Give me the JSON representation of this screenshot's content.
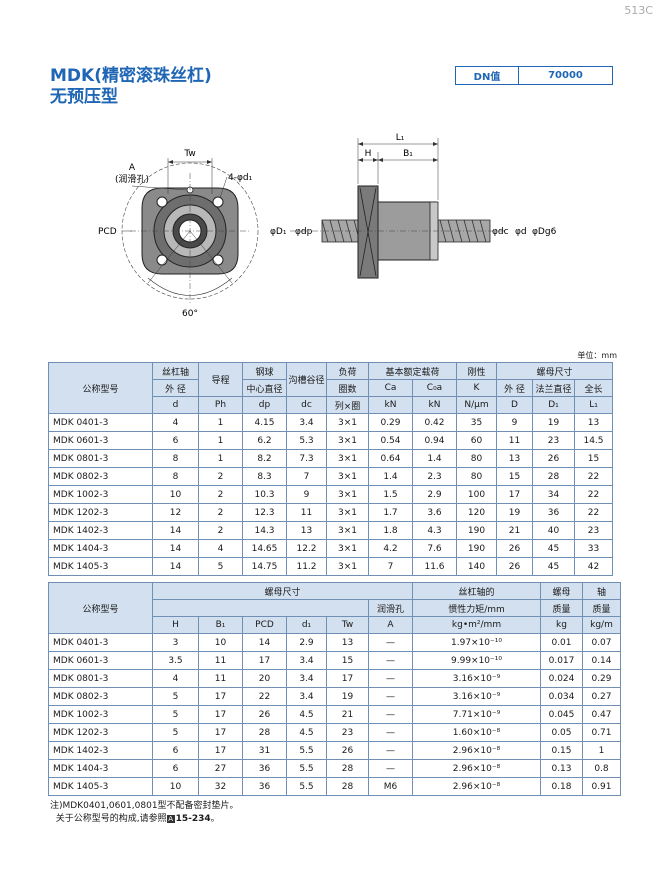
{
  "page_number": "513C",
  "title": {
    "line1": "MDK(精密滚珠丝杠)",
    "line2": "无预压型"
  },
  "dn_box": {
    "label": "DN值",
    "value": "70000"
  },
  "drawing": {
    "front": {
      "a": "A",
      "lube": "(润滑孔)",
      "tw": "Tw",
      "holes": "4-φd₁",
      "pcd": "PCD",
      "angle": "60°"
    },
    "side": {
      "l1": "L₁",
      "h": "H",
      "b1": "B₁",
      "d1": "φD₁",
      "dp": "φdp",
      "dc": "φdc",
      "d": "φd",
      "dg6": "φDg6"
    }
  },
  "unit": "单位：mm",
  "table1": {
    "header_row1": [
      "公称型号",
      "丝杠轴",
      "导程",
      "钢球",
      "沟槽谷径",
      "负荷",
      "基本额定载荷",
      "刚性",
      "螺母尺寸"
    ],
    "header_row2": [
      "外 径",
      "中心直径",
      "圈数",
      "Ca",
      "C₀a",
      "K",
      "外 径",
      "法兰直径",
      "全长"
    ],
    "header_row3": [
      "d",
      "Ph",
      "dp",
      "dc",
      "列×圈",
      "kN",
      "kN",
      "N/μm",
      "D",
      "D₁",
      "L₁"
    ],
    "rows": [
      [
        "MDK 0401-3",
        "4",
        "1",
        "4.15",
        "3.4",
        "3×1",
        "0.29",
        "0.42",
        "35",
        "9",
        "19",
        "13"
      ],
      [
        "MDK 0601-3",
        "6",
        "1",
        "6.2",
        "5.3",
        "3×1",
        "0.54",
        "0.94",
        "60",
        "11",
        "23",
        "14.5"
      ],
      [
        "MDK 0801-3",
        "8",
        "1",
        "8.2",
        "7.3",
        "3×1",
        "0.64",
        "1.4",
        "80",
        "13",
        "26",
        "15"
      ],
      [
        "MDK 0802-3",
        "8",
        "2",
        "8.3",
        "7",
        "3×1",
        "1.4",
        "2.3",
        "80",
        "15",
        "28",
        "22"
      ],
      [
        "MDK 1002-3",
        "10",
        "2",
        "10.3",
        "9",
        "3×1",
        "1.5",
        "2.9",
        "100",
        "17",
        "34",
        "22"
      ],
      [
        "MDK 1202-3",
        "12",
        "2",
        "12.3",
        "11",
        "3×1",
        "1.7",
        "3.6",
        "120",
        "19",
        "36",
        "22"
      ],
      [
        "MDK 1402-3",
        "14",
        "2",
        "14.3",
        "13",
        "3×1",
        "1.8",
        "4.3",
        "190",
        "21",
        "40",
        "23"
      ],
      [
        "MDK 1404-3",
        "14",
        "4",
        "14.65",
        "12.2",
        "3×1",
        "4.2",
        "7.6",
        "190",
        "26",
        "45",
        "33"
      ],
      [
        "MDK 1405-3",
        "14",
        "5",
        "14.75",
        "11.2",
        "3×1",
        "7",
        "11.6",
        "140",
        "26",
        "45",
        "42"
      ]
    ]
  },
  "table2": {
    "header_row1": [
      "公称型号",
      "螺母尺寸",
      "丝杠轴的",
      "螺母",
      "轴"
    ],
    "header_row2": [
      "润滑孔",
      "惯性力矩/mm",
      "质量",
      "质量"
    ],
    "header_row3": [
      "H",
      "B₁",
      "PCD",
      "d₁",
      "Tw",
      "A",
      "kg•m²/mm",
      "kg",
      "kg/m"
    ],
    "rows": [
      [
        "MDK 0401-3",
        "3",
        "10",
        "14",
        "2.9",
        "13",
        "—",
        "1.97×10⁻¹⁰",
        "0.01",
        "0.07"
      ],
      [
        "MDK 0601-3",
        "3.5",
        "11",
        "17",
        "3.4",
        "15",
        "—",
        "9.99×10⁻¹⁰",
        "0.017",
        "0.14"
      ],
      [
        "MDK 0801-3",
        "4",
        "11",
        "20",
        "3.4",
        "17",
        "—",
        "3.16×10⁻⁹",
        "0.024",
        "0.29"
      ],
      [
        "MDK 0802-3",
        "5",
        "17",
        "22",
        "3.4",
        "19",
        "—",
        "3.16×10⁻⁹",
        "0.034",
        "0.27"
      ],
      [
        "MDK 1002-3",
        "5",
        "17",
        "26",
        "4.5",
        "21",
        "—",
        "7.71×10⁻⁹",
        "0.045",
        "0.47"
      ],
      [
        "MDK 1202-3",
        "5",
        "17",
        "28",
        "4.5",
        "23",
        "—",
        "1.60×10⁻⁸",
        "0.05",
        "0.71"
      ],
      [
        "MDK 1402-3",
        "6",
        "17",
        "31",
        "5.5",
        "26",
        "—",
        "2.96×10⁻⁸",
        "0.15",
        "1"
      ],
      [
        "MDK 1404-3",
        "6",
        "27",
        "36",
        "5.5",
        "28",
        "—",
        "2.96×10⁻⁸",
        "0.13",
        "0.8"
      ],
      [
        "MDK 1405-3",
        "10",
        "32",
        "36",
        "5.5",
        "28",
        "M6",
        "2.96×10⁻⁸",
        "0.18",
        "0.91"
      ]
    ]
  },
  "notes": {
    "line1": "注)MDK0401,0601,0801型不配备密封垫片。",
    "line2_pre": "关于公称型号的构成,请参照",
    "ref_icon": "A",
    "line2_ref": "15-234",
    "line2_post": "。"
  }
}
